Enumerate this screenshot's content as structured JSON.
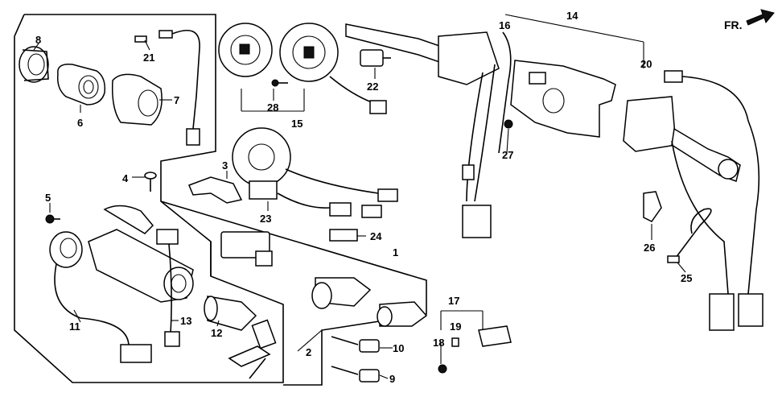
{
  "orientation": {
    "label": "FR."
  },
  "callouts": [
    "1",
    "2",
    "3",
    "4",
    "5",
    "6",
    "7",
    "8",
    "9",
    "10",
    "11",
    "12",
    "13",
    "14",
    "15",
    "16",
    "17",
    "18",
    "19",
    "20",
    "21",
    "22",
    "23",
    "24",
    "25",
    "26",
    "27",
    "28"
  ]
}
